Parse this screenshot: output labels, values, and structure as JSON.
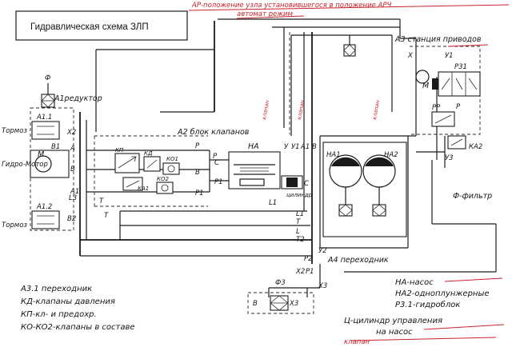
{
  "title": "Гидравлическая схема ЗЛП",
  "top_note": {
    "line1": "АР-положение узла установившегося в положение АРЧ",
    "line2": "автомат режим"
  },
  "labels": {
    "f_top": "Ф",
    "a1_reductor": "А1редуктор",
    "tormoz_top": "Тормоз",
    "a1_1": "А1.1",
    "x2": "Х2",
    "b1": "В1",
    "motor_m": "М",
    "hydromotor": "Гидро-Мотор",
    "a_port": "А",
    "b_port": "В",
    "a1_port": "А1",
    "l3": "L3",
    "a1_2": "А1.2",
    "b2": "В2",
    "tormoz_bottom": "Тормоз",
    "a2_block": "А2 блок клапанов",
    "p_port": "Р",
    "kp": "КП",
    "kd": "КД",
    "ko1": "КО1",
    "ka1": "КА1",
    "ko2": "КО2",
    "b_inner": "В",
    "p1_inner": "Р1",
    "t_port": "Т",
    "t2": "Т",
    "ha": "НА",
    "y": "У",
    "y1": "У1",
    "a1_right": "А1",
    "b_right": "В",
    "c": "С",
    "p_c": "Р",
    "p1_c": "Р1",
    "l1": "L1",
    "l1_b": "L1",
    "t_b": "Т",
    "l_b": "L",
    "t2_b": "Т2",
    "y2": "У2",
    "ha1": "НА1",
    "ha2": "НА2",
    "a3_station": "А3 станция приводов",
    "x": "Х",
    "y1_r": "У1",
    "p31": "Р31",
    "m_r": "М",
    "pp": "РР",
    "p_r": "Р",
    "ka2": "КА2",
    "y3": "У3",
    "f_filter": "Ф-фильтр",
    "a4": "А4 переходник",
    "p2": "Р2",
    "p1_low": "Р1",
    "x2_low": "Х2",
    "x3_low": "Х3",
    "f3": "Ф3",
    "x3": "Х3",
    "b_low": "В",
    "vertical_red_1": "клапан",
    "vertical_red_2": "клапан",
    "vertical_red_3": "клапан",
    "cylinder": "цилиндр"
  },
  "legend_left": [
    "А3.1 переходник",
    "КД-клапаны давления",
    "КП-кл- и предохр.",
    "КО-КО2-клапаны в составе"
  ],
  "legend_right": [
    "НА-насос",
    "НА2-одноплунжерные",
    "Р3.1-гидроблок"
  ],
  "bottom_note": {
    "line1": "Ц-цилиндр управления",
    "line2": "на насос",
    "line3": "клапан"
  },
  "colors": {
    "ink": "#1c1c1c",
    "red_note": "#c8232c",
    "paper": "#ffffff"
  }
}
